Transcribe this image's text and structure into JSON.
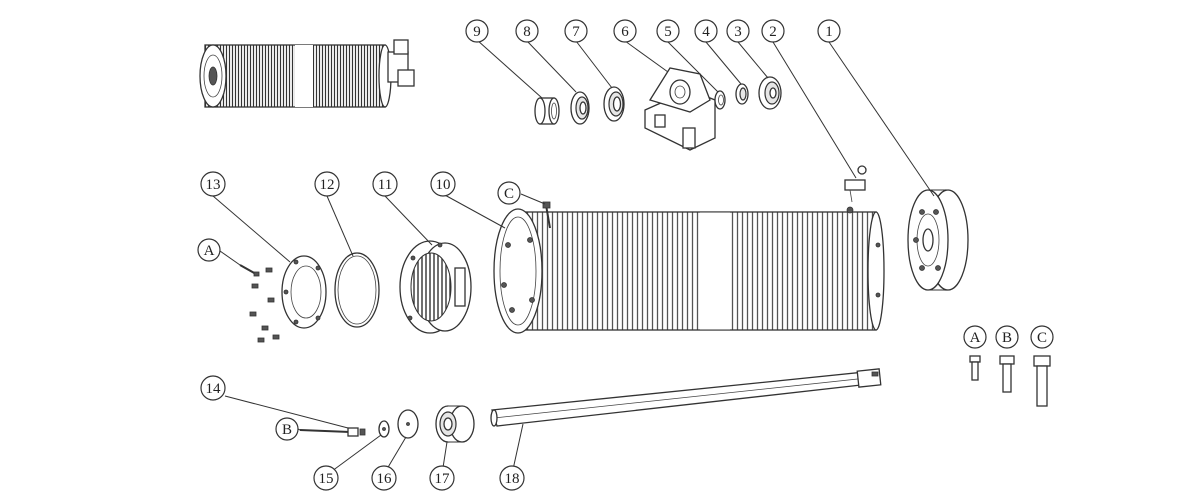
{
  "diagram": {
    "part_numbers": [
      "1",
      "2",
      "3",
      "4",
      "5",
      "6",
      "7",
      "8",
      "9",
      "10",
      "11",
      "12",
      "13",
      "14",
      "15",
      "16",
      "17",
      "18"
    ],
    "bolt_types": [
      "A",
      "B",
      "C"
    ]
  },
  "colors": {
    "ink": "#333333",
    "paper": "#ffffff",
    "shade": "#e6e6e6"
  }
}
